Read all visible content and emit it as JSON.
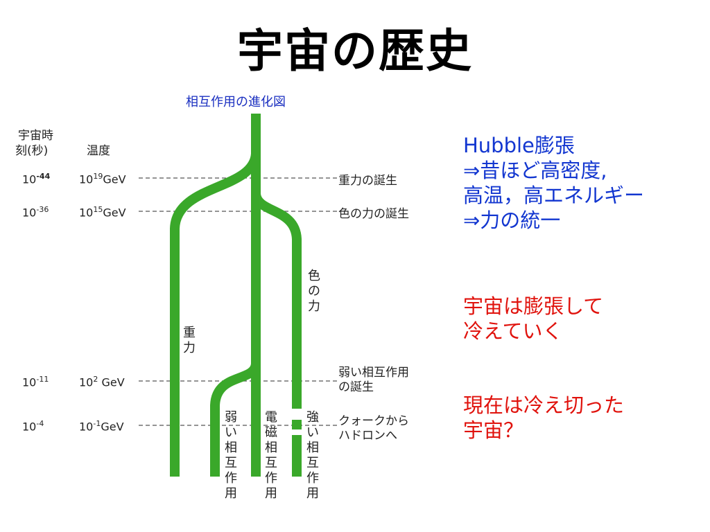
{
  "title": "宇宙の歴史",
  "diagram": {
    "subtitle": "相互作用の進化図",
    "header_time": "宇宙時",
    "header_time2": "刻(秒)",
    "header_temp": "温度",
    "rows": [
      {
        "time": "10",
        "time_exp": "-44",
        "temp": "10",
        "temp_exp": "19",
        "temp_unit": "GeV",
        "event": "重力の誕生"
      },
      {
        "time": "10",
        "time_exp": "-36",
        "temp": "10",
        "temp_exp": "15",
        "temp_unit": "GeV",
        "event": "色の力の誕生"
      },
      {
        "time": "10",
        "time_exp": "-11",
        "temp": "10",
        "temp_exp": "2",
        "temp_unit": " GeV",
        "event_line1": "弱い相互作用",
        "event_line2": "の誕生"
      },
      {
        "time": "10",
        "time_exp": "-4",
        "temp": "10",
        "temp_exp": "-1",
        "temp_unit": "GeV",
        "event_line1": "クォークから",
        "event_line2": "ハドロンへ"
      }
    ],
    "branch_labels": {
      "gravity": "重力",
      "color_force": "色の力",
      "weak": "弱い相互作用",
      "em": "電磁相互作用",
      "strong": "強い相互作用"
    },
    "branch_color": "#3aa82a"
  },
  "right_panel": {
    "blue_lines": [
      "Hubble膨張",
      "⇒昔ほど高密度,",
      "高温，高エネルギー",
      "⇒力の統一"
    ],
    "red_block1": [
      "宇宙は膨張して",
      "冷えていく"
    ],
    "red_block2": [
      "現在は冷え切った",
      "宇宙？"
    ]
  }
}
